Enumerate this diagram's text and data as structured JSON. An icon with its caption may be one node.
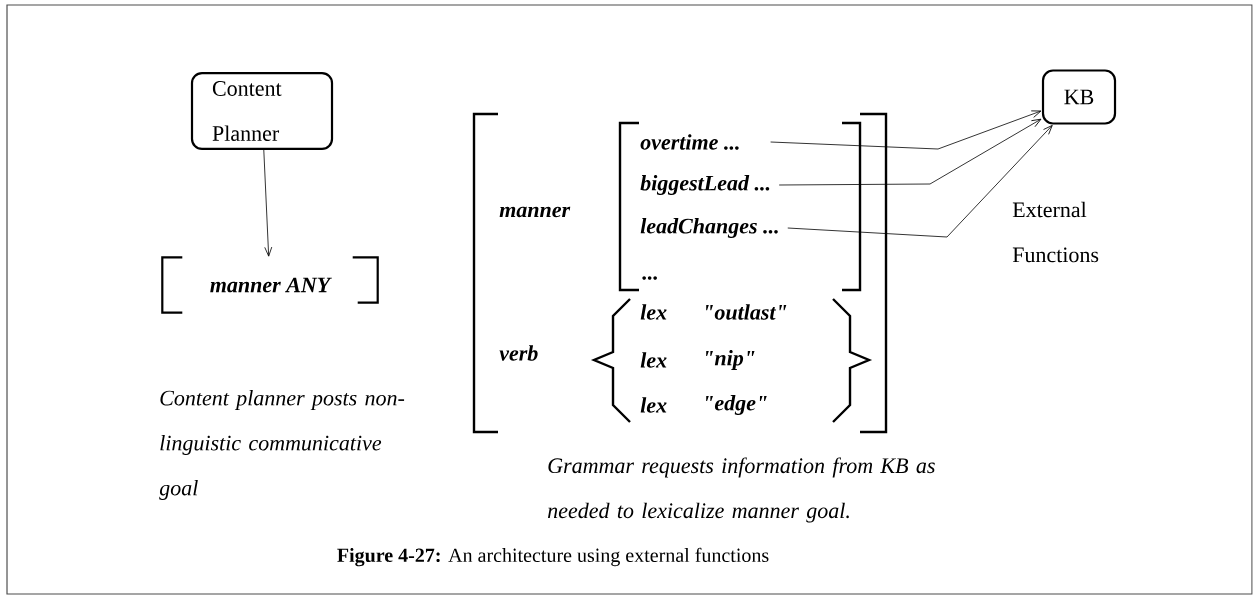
{
  "diagram": {
    "caption": "**Figure 4-27:** An architecture using external functions",
    "nodes": [
      {
        "text": [
          "Content Planner"
        ]
      },
      {
        "text": [
          "manner ANY"
        ]
      },
      {
        "text": [
          "overtime ..."
        ]
      },
      {
        "text": [
          "biggestLead ..."
        ]
      },
      {
        "text": [
          "leadChanges ..."
        ]
      },
      {
        "text": [
          "KB"
        ]
      }
    ],
    "edges": [
      {
        "from": 0,
        "to": 1,
        "arrow": "to"
      },
      {
        "from": 2,
        "to": 5,
        "arrow": "to"
      },
      {
        "from": 3,
        "to": 5,
        "arrow": "to"
      },
      {
        "from": 4,
        "to": 5,
        "arrow": "to"
      }
    ],
    "labels": [
      "manner",
      "...",
      "verb",
      "lex",
      "\"outlast\"",
      "lex",
      "\"nip\"",
      "lex",
      "\"edge\"",
      "External Functions",
      "Content planner posts non-linguistic communicative goal",
      "Grammar requests information from KB as needed to lexicalize manner goal."
    ]
  }
}
